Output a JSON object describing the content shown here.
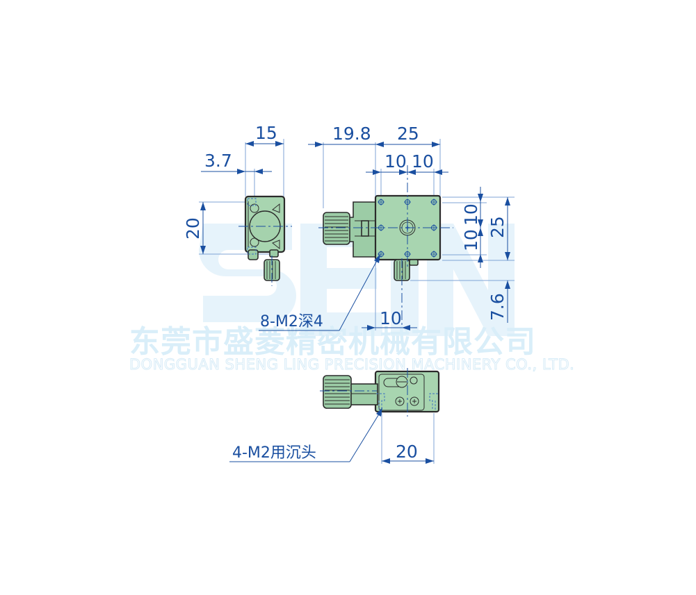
{
  "watermark": {
    "logo_letters": "SEIN",
    "company_cn": "东莞市盛菱精密机械有限公司",
    "company_en": "DONGGUAN SHENG LING PRECISION MACHINERY CO., LTD.",
    "color": "#d9eef9"
  },
  "colors": {
    "dimension": "#1a4fa0",
    "body_fill": "#a8d5b0",
    "outline": "#2b2b2b"
  },
  "side_view": {
    "dim_width": "15",
    "dim_offset": "3.7",
    "dim_height": "20"
  },
  "top_view": {
    "dim_knob_offset": "19.8",
    "dim_width": "25",
    "dim_hole_pitch_x1": "10",
    "dim_hole_pitch_x2": "10",
    "dim_hole_pitch_y1": "10",
    "dim_hole_pitch_y2": "10",
    "dim_height": "25",
    "dim_knob_protrusion": "7.6",
    "dim_hole_to_knob": "10",
    "callout_holes": "8-M2深4"
  },
  "front_view": {
    "dim_mount_pitch": "20",
    "callout_mount": "4-M2用沉头"
  }
}
